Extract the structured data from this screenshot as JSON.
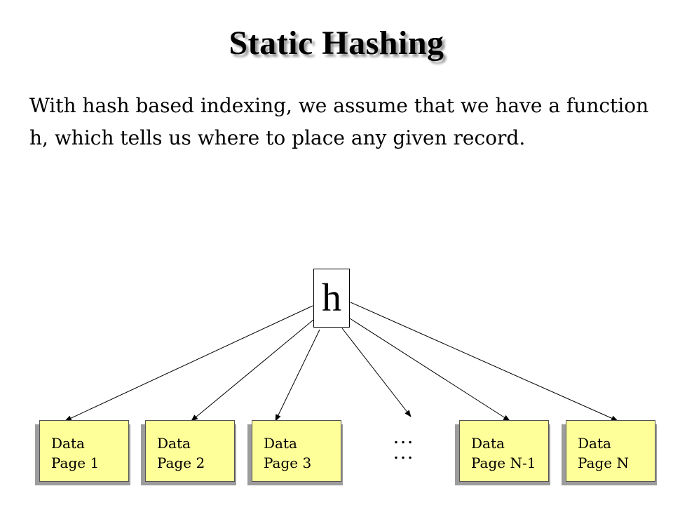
{
  "slide": {
    "title": "Static Hashing",
    "body": "With hash based indexing, we assume that we have a function h, which tells us where to place any given record."
  },
  "diagram": {
    "hash_label": "h",
    "pages": [
      {
        "line1": "Data",
        "line2": "Page 1"
      },
      {
        "line1": "Data",
        "line2": "Page 2"
      },
      {
        "line1": "Data",
        "line2": "Page 3"
      },
      {
        "line1": "Data",
        "line2": "Page N-1"
      },
      {
        "line1": "Data",
        "line2": "Page N"
      }
    ],
    "ellipsis_top": "…",
    "ellipsis_bottom": "…",
    "page_color": "#ffff99",
    "shadow_color": "#9c9c9c"
  }
}
